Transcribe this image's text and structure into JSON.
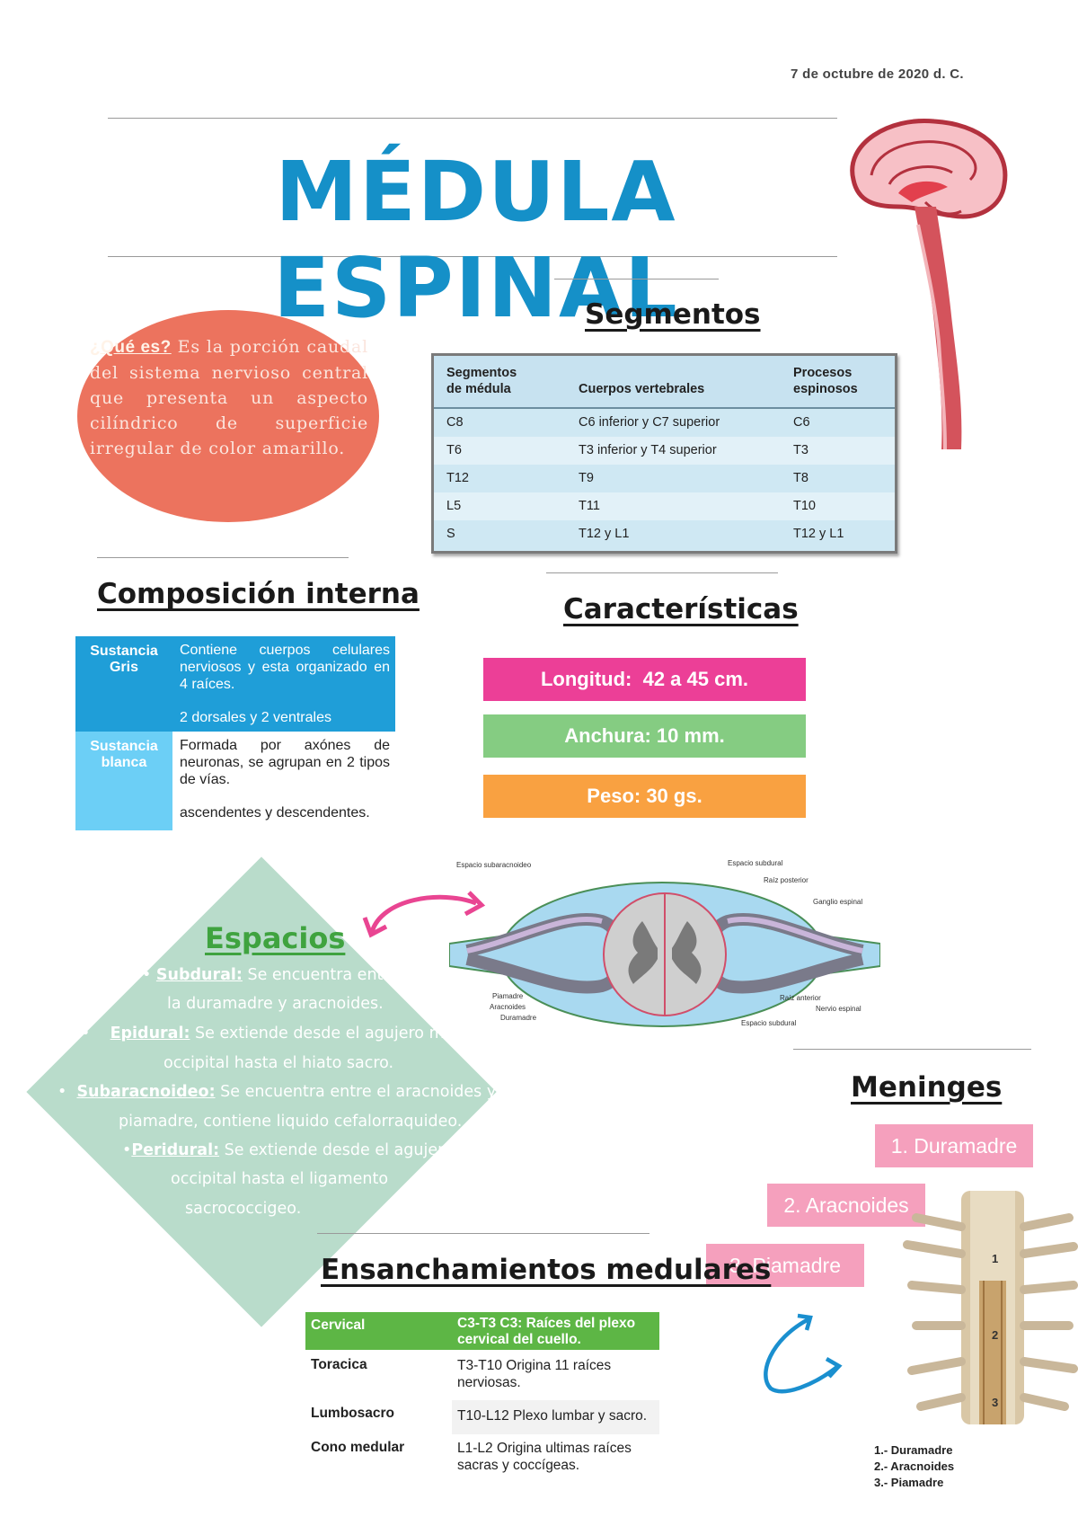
{
  "date": "7 de octubre de 2020 d. C.",
  "title": "MÉDULA ESPINAL",
  "what_is": {
    "question": "¿Qué es?",
    "text": " Es la porción caudal del sistema nervioso central que presenta un aspecto cilíndrico de superficie irregular de color amarillo."
  },
  "segments": {
    "title": "Segmentos",
    "headers": [
      "Segmentos de médula",
      "Cuerpos vertebrales",
      "Procesos espinosos"
    ],
    "header_lines": [
      [
        "Segmentos",
        "de médula"
      ],
      [
        "Cuerpos vertebrales"
      ],
      [
        "Procesos",
        "espinosos"
      ]
    ],
    "rows": [
      [
        "C8",
        "C6 inferior y C7 superior",
        "C6"
      ],
      [
        "T6",
        "T3 inferior y T4 superior",
        "T3"
      ],
      [
        "T12",
        "T9",
        "T8"
      ],
      [
        "L5",
        "T11",
        "T10"
      ],
      [
        "S",
        "T12 y L1",
        "T12 y L1"
      ]
    ]
  },
  "composition": {
    "title": "Composición interna",
    "gray": {
      "label": "Sustancia Gris",
      "text": "Contiene cuerpos celulares nerviosos y esta organizado en 4 raíces.",
      "text2": "2 dorsales y  2 ventrales",
      "color": "#1f9ed8"
    },
    "white": {
      "label": "Sustancia blanca",
      "text": "Formada por axónes de neuronas, se agrupan en 2 tipos de vías.",
      "text2": "ascendentes y descendentes.",
      "color": "#6ccff6"
    }
  },
  "characteristics": {
    "title": "Características",
    "items": [
      {
        "text": "Longitud:  42 a 45 cm.",
        "color": "#ec3f97"
      },
      {
        "text": "Anchura: 10 mm.",
        "color": "#85cc82"
      },
      {
        "text": "Peso: 30 gs.",
        "color": "#f9a141"
      }
    ]
  },
  "diagram_labels": {
    "subarachnoid": "Espacio subaracnoideo",
    "subdural_top": "Espacio subdural",
    "posterior_root": "Raíz posterior",
    "spinal_ganglion": "Ganglio espinal",
    "piamadre": "Piamadre",
    "aracnoides": "Aracnoides",
    "duramadre": "Duramadre",
    "anterior_root": "Raíz anterior",
    "spinal_nerve": "Nervio espinal",
    "subdural_bottom": "Espacio subdural"
  },
  "spaces": {
    "title": "Espacios",
    "subdural_term": "Subdural:",
    "subdural_a": " Se encuentra entre",
    "subdural_b": "la duramadre  y aracnoides.",
    "epidural_term": "Epidural:",
    "epidural_a": " Se extiende desde el agujero magno",
    "epidural_b": "occipital hasta el hiato sacro.",
    "subarachnoid_term": "Subaracnoideo:",
    "subarachnoid_a": " Se encuentra entre el aracnoides y la",
    "subarachnoid_b": "piamadre, contiene liquido cefalorraquideo.",
    "peridural_term": "Peridural:",
    "peridural_a": " Se extiende desde el agujero",
    "peridural_b": "occipital hasta el ligamento",
    "peridural_c": "sacrococcigeo."
  },
  "meninges": {
    "title": "Meninges",
    "items": [
      "1. Duramadre",
      "2. Aracnoides",
      "3. Piamadre"
    ],
    "legend": [
      "1.- Duramadre",
      "2.- Aracnoides",
      "3.- Piamadre"
    ],
    "figure_numbers": [
      "1",
      "2",
      "3"
    ]
  },
  "enlargements": {
    "title": "Ensanchamientos medulares",
    "header": [
      "Cervical",
      "C3-T3  C3: Raíces del plexo cervical del cuello."
    ],
    "rows": [
      [
        "Toracica",
        "T3-T10 Origina 11 raíces nerviosas."
      ],
      [
        "Lumbosacro",
        "T10-L12 Plexo lumbar y sacro."
      ],
      [
        "Cono medular",
        "L1-L2 Origina ultimas raíces sacras y coccígeas."
      ]
    ],
    "header_color": "#5db645"
  }
}
